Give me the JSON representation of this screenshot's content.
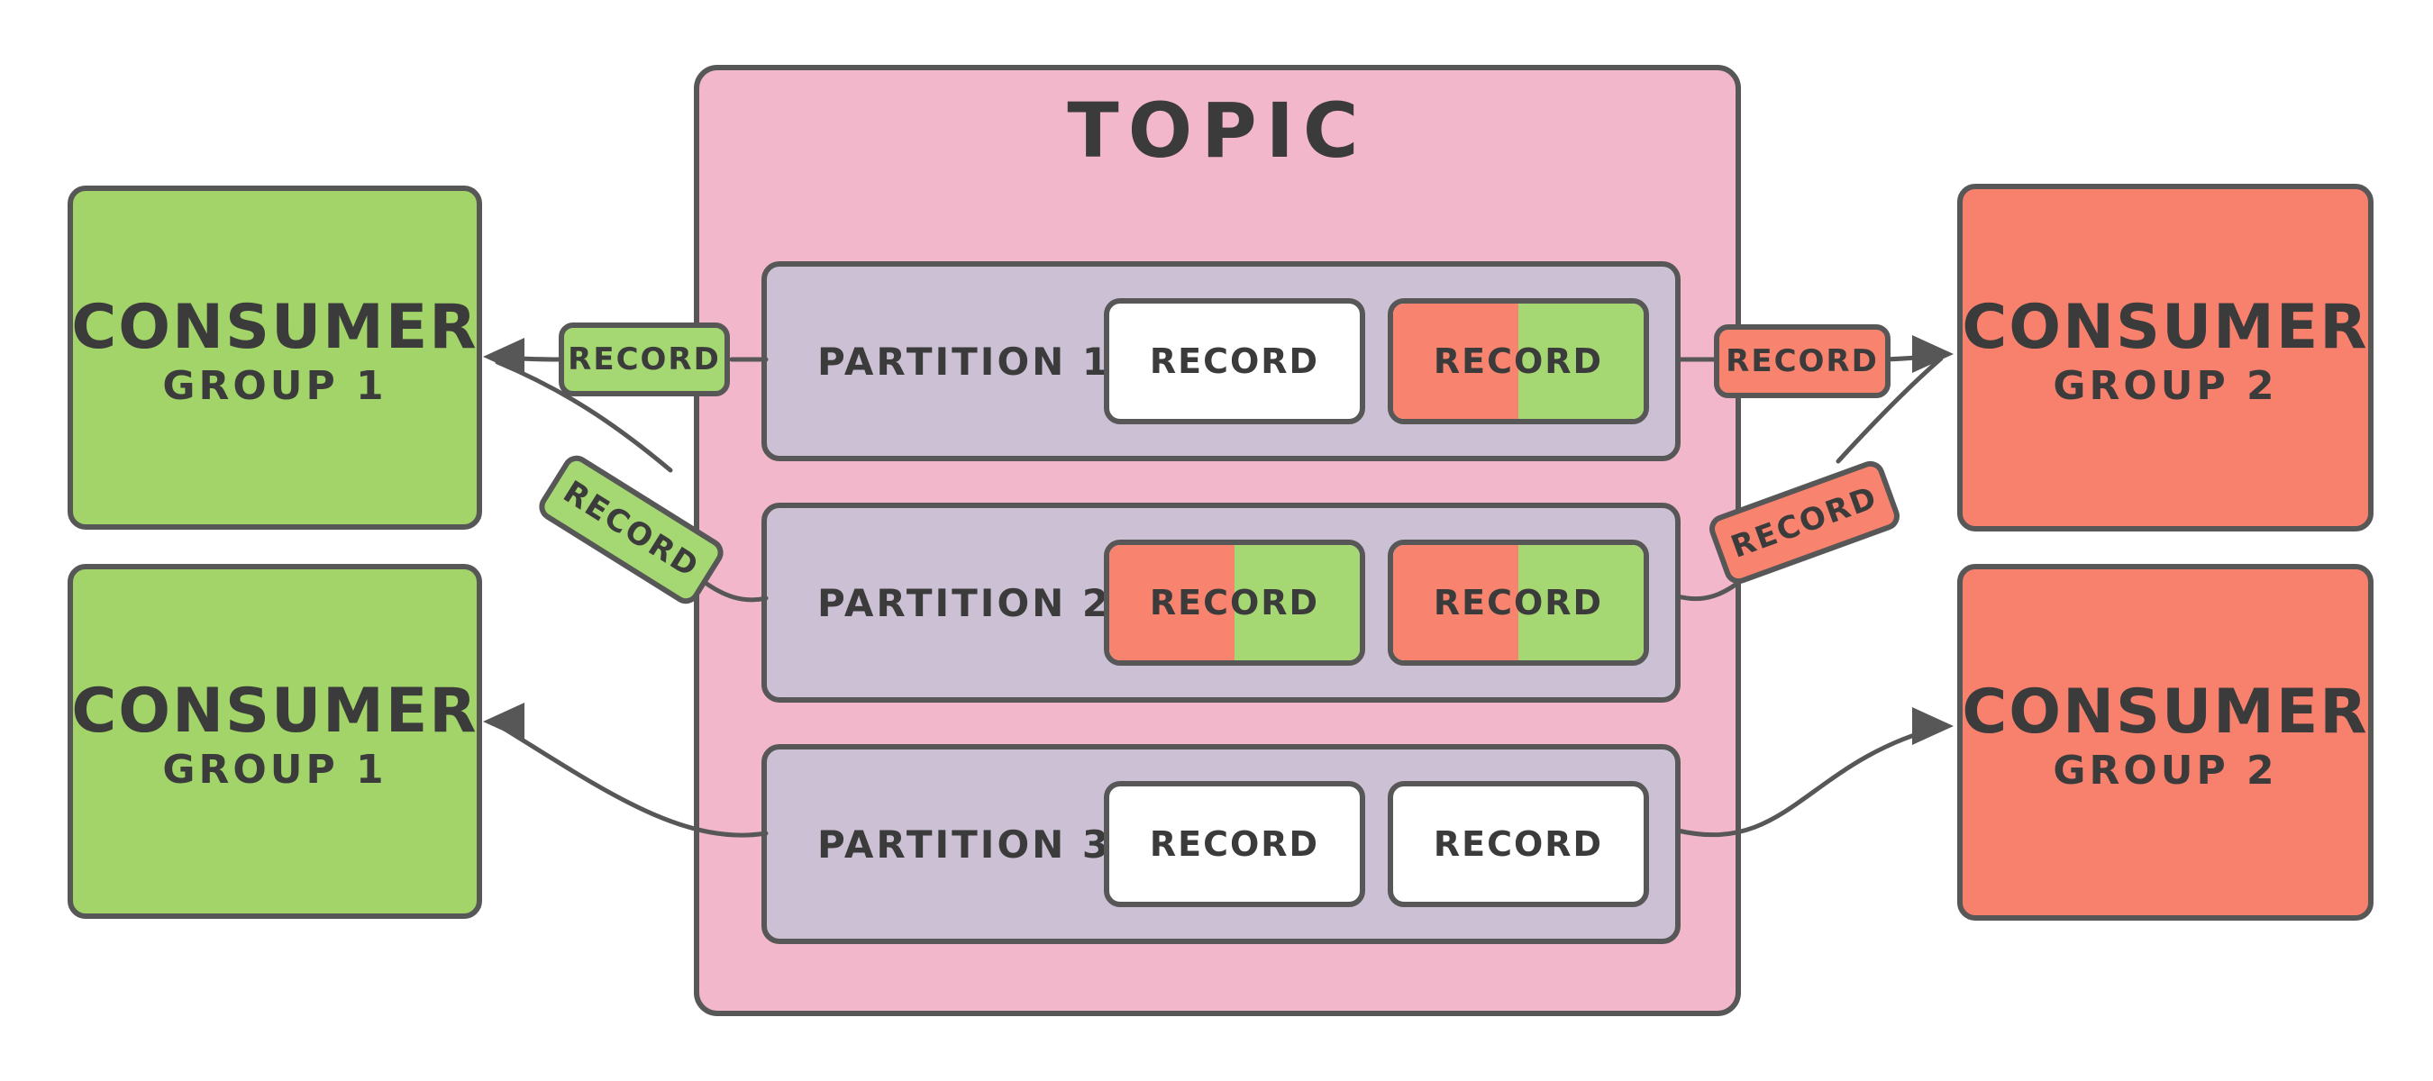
{
  "topic": {
    "label": "TOPIC",
    "partitions": [
      {
        "label": "PARTITION 1",
        "records": [
          {
            "label": "RECORD",
            "variant": "plain"
          },
          {
            "label": "RECORD",
            "variant": "split"
          }
        ]
      },
      {
        "label": "PARTITION 2",
        "records": [
          {
            "label": "RECORD",
            "variant": "split"
          },
          {
            "label": "RECORD",
            "variant": "split"
          }
        ]
      },
      {
        "label": "PARTITION 3",
        "records": [
          {
            "label": "RECORD",
            "variant": "plain"
          },
          {
            "label": "RECORD",
            "variant": "plain"
          }
        ]
      }
    ]
  },
  "consumer_groups": {
    "left_top": {
      "title": "CONSUMER",
      "subtitle": "GROUP 1"
    },
    "left_bottom": {
      "title": "CONSUMER",
      "subtitle": "GROUP 1"
    },
    "right_top": {
      "title": "CONSUMER",
      "subtitle": "GROUP 2"
    },
    "right_bottom": {
      "title": "CONSUMER",
      "subtitle": "GROUP 2"
    }
  },
  "record_badges": {
    "left_horizontal": "RECORD",
    "left_tilted": "RECORD",
    "right_horizontal": "RECORD",
    "right_tilted": "RECORD"
  },
  "colors": {
    "topic_fill": "#f3b7cc",
    "partition_fill": "#ccc0d4",
    "consumer_group1_fill": "#a2d469",
    "consumer_group2_fill": "#f8816d",
    "record_split_left": "#f8836f",
    "record_split_right": "#a5d873",
    "record_plain_fill": "#ffffff",
    "outline": "#575757",
    "text": "#3b3b3b"
  }
}
